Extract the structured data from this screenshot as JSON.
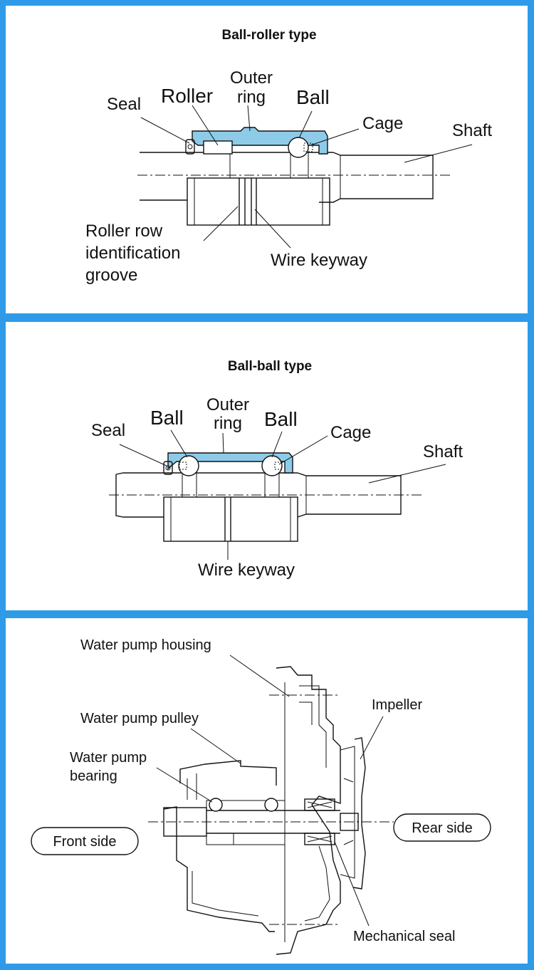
{
  "panel1": {
    "title": "Ball-roller type",
    "labels": {
      "seal": "Seal",
      "roller": "Roller",
      "outer_ring_1": "Outer",
      "outer_ring_2": "ring",
      "ball": "Ball",
      "cage": "Cage",
      "shaft": "Shaft",
      "groove_1": "Roller row",
      "groove_2": "identification",
      "groove_3": "groove",
      "keyway": "Wire keyway"
    }
  },
  "panel2": {
    "title": "Ball-ball type",
    "labels": {
      "seal": "Seal",
      "ball_left": "Ball",
      "outer_ring_1": "Outer",
      "outer_ring_2": "ring",
      "ball_right": "Ball",
      "cage": "Cage",
      "shaft": "Shaft",
      "keyway": "Wire keyway"
    }
  },
  "panel3": {
    "labels": {
      "housing": "Water pump housing",
      "pulley": "Water pump pulley",
      "bearing_1": "Water pump",
      "bearing_2": "bearing",
      "impeller": "Impeller",
      "front": "Front side",
      "rear": "Rear side",
      "mech_seal": "Mechanical seal"
    }
  },
  "colors": {
    "border": "#2f9be8",
    "outer_ring": "#8ecbe8"
  }
}
